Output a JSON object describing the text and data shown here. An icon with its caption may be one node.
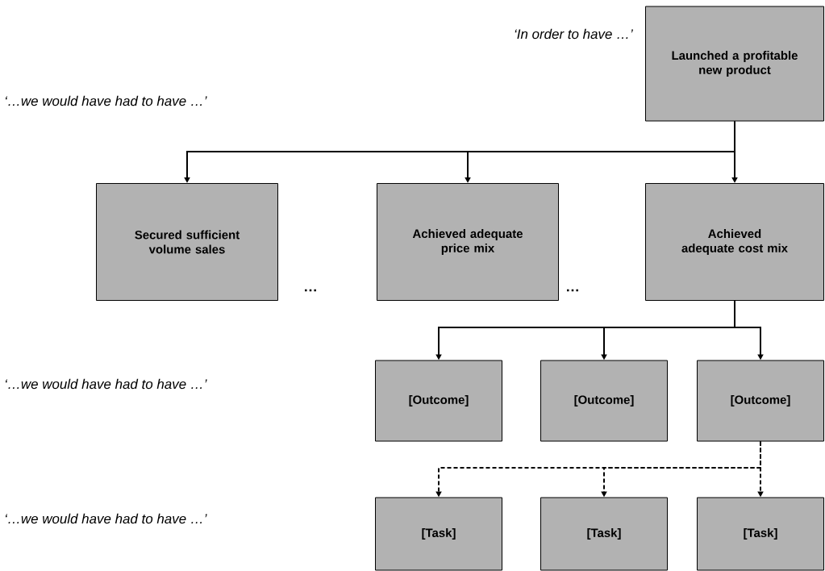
{
  "diagram": {
    "nodes": [
      {
        "text": [
          "Launched a profitable new product"
        ]
      },
      {
        "text": [
          "Secured sufficient volume sales"
        ]
      },
      {
        "text": [
          "Achieved adequate price mix"
        ]
      },
      {
        "text": [
          "Achieved adequate cost mix"
        ]
      },
      {
        "text": [
          "[Outcome]"
        ]
      },
      {
        "text": [
          "[Outcome]"
        ]
      },
      {
        "text": [
          "[Outcome]"
        ]
      },
      {
        "text": [
          "[Task]"
        ]
      },
      {
        "text": [
          "[Task]"
        ]
      },
      {
        "text": [
          "[Task]"
        ]
      }
    ],
    "edges": [
      {
        "from": 0,
        "to": 1,
        "arrow": "to"
      },
      {
        "from": 0,
        "to": 2,
        "arrow": "to"
      },
      {
        "from": 0,
        "to": 3,
        "arrow": "to"
      },
      {
        "from": 3,
        "to": 4,
        "arrow": "to"
      },
      {
        "from": 3,
        "to": 5,
        "arrow": "to"
      },
      {
        "from": 3,
        "to": 6,
        "arrow": "to"
      },
      {
        "from": 6,
        "to": 7,
        "arrow": "to",
        "style": "dashed"
      },
      {
        "from": 6,
        "to": 8,
        "arrow": "to",
        "style": "dashed"
      },
      {
        "from": 6,
        "to": 9,
        "arrow": "to",
        "style": "dashed"
      }
    ],
    "labels": [
      "‘In order to have …’",
      "‘…we would have had to have …’",
      "…",
      "…",
      "‘…we would have had to have …’",
      "‘…we would have had to have …’"
    ]
  }
}
